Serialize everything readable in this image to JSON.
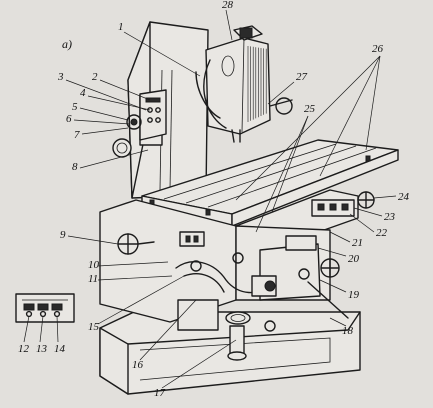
{
  "figure": {
    "label": "a)",
    "callouts": [
      "1",
      "2",
      "3",
      "4",
      "5",
      "6",
      "7",
      "8",
      "9",
      "10",
      "11",
      "12",
      "13",
      "14",
      "15",
      "16",
      "17",
      "18",
      "19",
      "20",
      "21",
      "22",
      "23",
      "24",
      "25",
      "26",
      "27",
      "28"
    ]
  },
  "colors": {
    "background": "#e2e0dc",
    "ink": "#1c1c1c"
  }
}
